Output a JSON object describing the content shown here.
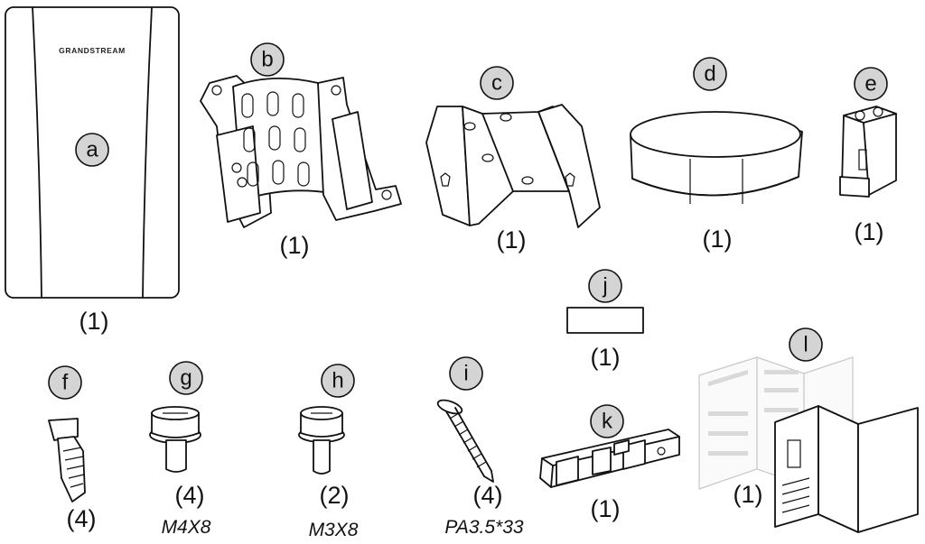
{
  "brand": "GRANDSTREAM",
  "items": [
    {
      "letter": "a",
      "qty": "(1)",
      "spec": ""
    },
    {
      "letter": "b",
      "qty": "(1)",
      "spec": ""
    },
    {
      "letter": "c",
      "qty": "(1)",
      "spec": ""
    },
    {
      "letter": "d",
      "qty": "(1)",
      "spec": ""
    },
    {
      "letter": "e",
      "qty": "(1)",
      "spec": ""
    },
    {
      "letter": "f",
      "qty": "(4)",
      "spec": ""
    },
    {
      "letter": "g",
      "qty": "(4)",
      "spec": "M4X8"
    },
    {
      "letter": "h",
      "qty": "(2)",
      "spec": "M3X8"
    },
    {
      "letter": "i",
      "qty": "(4)",
      "spec": "PA3.5*33"
    },
    {
      "letter": "j",
      "qty": "(1)",
      "spec": ""
    },
    {
      "letter": "k",
      "qty": "(1)",
      "spec": ""
    },
    {
      "letter": "l",
      "qty": "(1)",
      "spec": ""
    }
  ]
}
